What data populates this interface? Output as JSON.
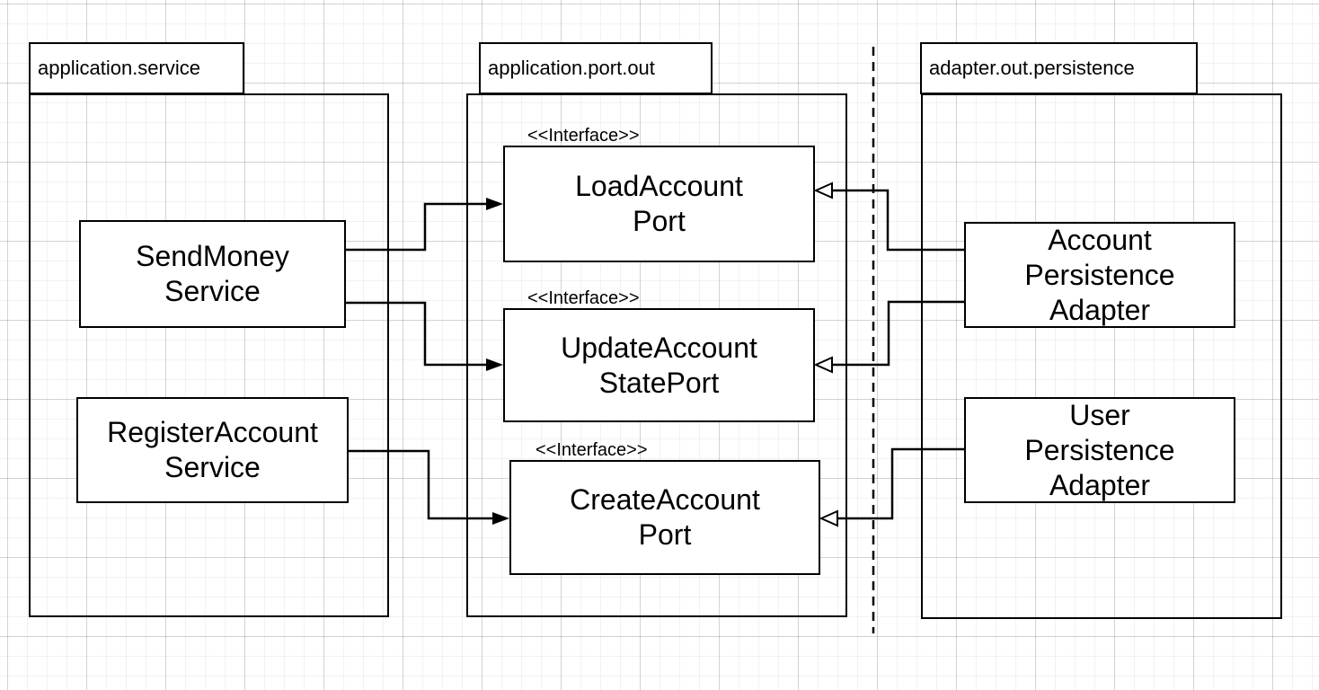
{
  "canvas": {
    "background_color": "#ffffff",
    "stroke_color": "#000000",
    "shape_fill_color": "#ffffff",
    "text_color": "#000000"
  },
  "packages": [
    {
      "label": "application.service"
    },
    {
      "label": "application.port.out"
    },
    {
      "label": "adapter.out.persistence"
    }
  ],
  "nodes": [
    {
      "name": "SendMoneyService",
      "lines": [
        "SendMoney",
        "Service"
      ]
    },
    {
      "name": "RegisterAccountService",
      "lines": [
        "RegisterAccount",
        "Service"
      ]
    },
    {
      "name": "LoadAccountPort",
      "stereotype": "<<Interface>>",
      "lines": [
        "LoadAccount",
        "Port"
      ]
    },
    {
      "name": "UpdateAccountStatePort",
      "stereotype": "<<Interface>>",
      "lines": [
        "UpdateAccount",
        "StatePort"
      ]
    },
    {
      "name": "CreateAccountPort",
      "stereotype": "<<Interface>>",
      "lines": [
        "CreateAccount",
        "Port"
      ]
    },
    {
      "name": "AccountPersistenceAdapter",
      "lines": [
        "Account",
        "Persistence",
        "Adapter"
      ]
    },
    {
      "name": "UserPersistenceAdapter",
      "lines": [
        "User",
        "Persistence",
        "Adapter"
      ]
    }
  ],
  "edges": [
    {
      "from": "SendMoneyService",
      "to": "LoadAccountPort",
      "arrowhead": "filled"
    },
    {
      "from": "SendMoneyService",
      "to": "UpdateAccountStatePort",
      "arrowhead": "filled"
    },
    {
      "from": "RegisterAccountService",
      "to": "CreateAccountPort",
      "arrowhead": "filled"
    },
    {
      "from": "AccountPersistenceAdapter",
      "to": "LoadAccountPort",
      "arrowhead": "open"
    },
    {
      "from": "AccountPersistenceAdapter",
      "to": "UpdateAccountStatePort",
      "arrowhead": "open"
    },
    {
      "from": "UserPersistenceAdapter",
      "to": "CreateAccountPort",
      "arrowhead": "open"
    }
  ],
  "divider": {
    "style": "dashed-vertical-line"
  }
}
